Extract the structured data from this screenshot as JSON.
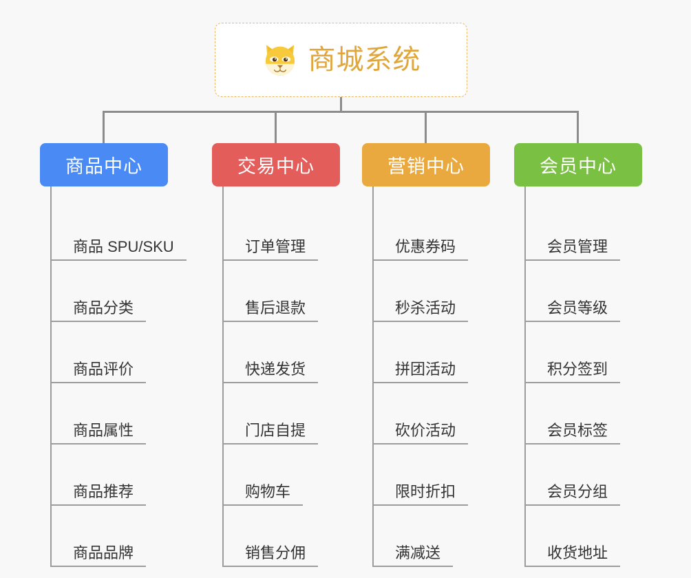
{
  "background_color": "#f8f8f8",
  "root": {
    "title": "商城系统",
    "icon": "shiba-dog-icon",
    "title_color": "#e0a63c",
    "border_color": "#e8b760"
  },
  "connector_color": "#8c8c8c",
  "columns": [
    {
      "title": "商品中心",
      "color": "#4a8af4",
      "items": [
        "商品 SPU/SKU",
        "商品分类",
        "商品评价",
        "商品属性",
        "商品推荐",
        "商品品牌"
      ]
    },
    {
      "title": "交易中心",
      "color": "#e35d5b",
      "items": [
        "订单管理",
        "售后退款",
        "快递发货",
        "门店自提",
        "购物车",
        "销售分佣"
      ]
    },
    {
      "title": "营销中心",
      "color": "#eaa93e",
      "items": [
        "优惠券码",
        "秒杀活动",
        "拼团活动",
        "砍价活动",
        "限时折扣",
        "满减送"
      ]
    },
    {
      "title": "会员中心",
      "color": "#7ac143",
      "items": [
        "会员管理",
        "会员等级",
        "积分签到",
        "会员标签",
        "会员分组",
        "收货地址"
      ]
    }
  ]
}
